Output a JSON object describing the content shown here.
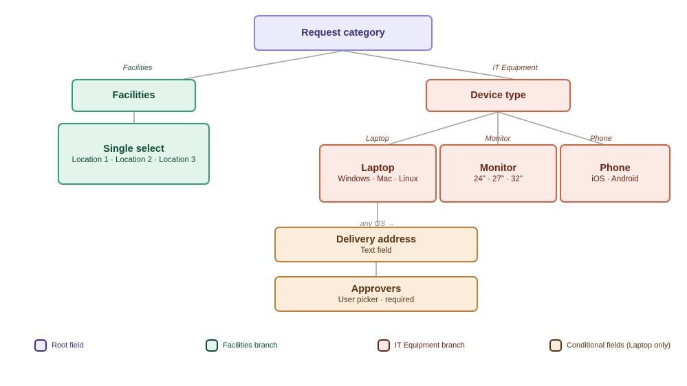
{
  "nodes": {
    "request_category": {
      "title": "Request category"
    },
    "facilities": {
      "title": "Facilities"
    },
    "single_select": {
      "title": "Single select",
      "sub": "Location 1 · Location 2 · Location 3"
    },
    "device_type": {
      "title": "Device type"
    },
    "laptop": {
      "title": "Laptop",
      "sub": "Windows · Mac · Linux"
    },
    "monitor": {
      "title": "Monitor",
      "sub": "24\" · 27\" · 32\""
    },
    "phone": {
      "title": "Phone",
      "sub": "iOS · Android"
    },
    "delivery_address": {
      "title": "Delivery address",
      "sub": "Text field"
    },
    "approvers": {
      "title": "Approvers",
      "sub": "User picker · required"
    }
  },
  "edge_labels": {
    "facilities": "Facilities",
    "it_equipment": "IT Equipment",
    "laptop": "Laptop",
    "monitor": "Monitor",
    "phone": "Phone",
    "any_os": "any OS →"
  },
  "legend": [
    {
      "label": "Root field"
    },
    {
      "label": "Facilities branch"
    },
    {
      "label": "IT Equipment branch"
    },
    {
      "label": "Conditional fields (Laptop only)"
    }
  ],
  "colors": {
    "connector": "#a3a3a3"
  }
}
